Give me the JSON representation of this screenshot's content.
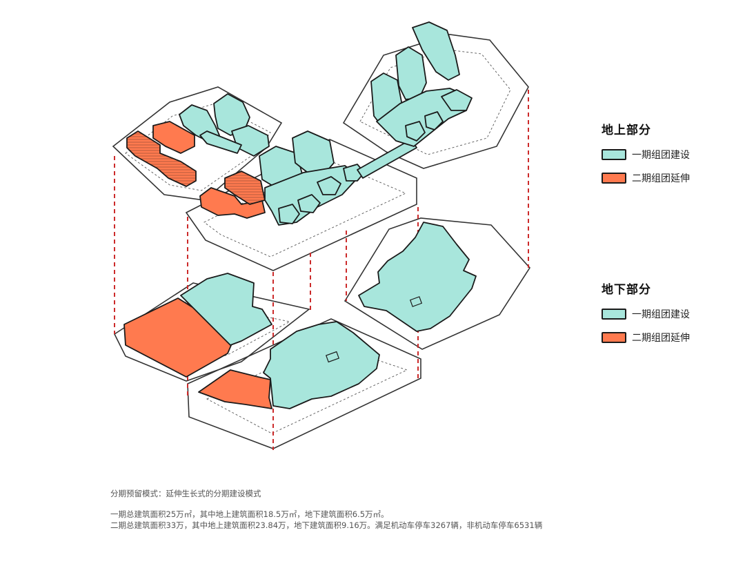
{
  "colors": {
    "phase1": "#a8e6dc",
    "phase2": "#ff7a4f",
    "outline": "#1a1a1a",
    "siteLine": "#333333",
    "dashed": "#cc2a2a"
  },
  "legend_above": {
    "title": "地上部分",
    "items": [
      {
        "label": "一期组团建设",
        "color": "#a8e6dc"
      },
      {
        "label": "二期组团延伸",
        "color": "#ff7a4f"
      }
    ]
  },
  "legend_below": {
    "title": "地下部分",
    "items": [
      {
        "label": "一期组团建设",
        "color": "#a8e6dc"
      },
      {
        "label": "二期组团延伸",
        "color": "#ff7a4f"
      }
    ]
  },
  "caption": {
    "title": "分期预留模式：延伸生长式的分期建设模式",
    "line1": "一期总建筑面积25万㎡，其中地上建筑面积18.5万㎡，地下建筑面积6.5万㎡。",
    "line2": "二期总建筑面积33万，其中地上建筑面积23.84万，地下建筑面积9.16万。满足机动车停车3267辆，非机动车停车6531辆"
  }
}
